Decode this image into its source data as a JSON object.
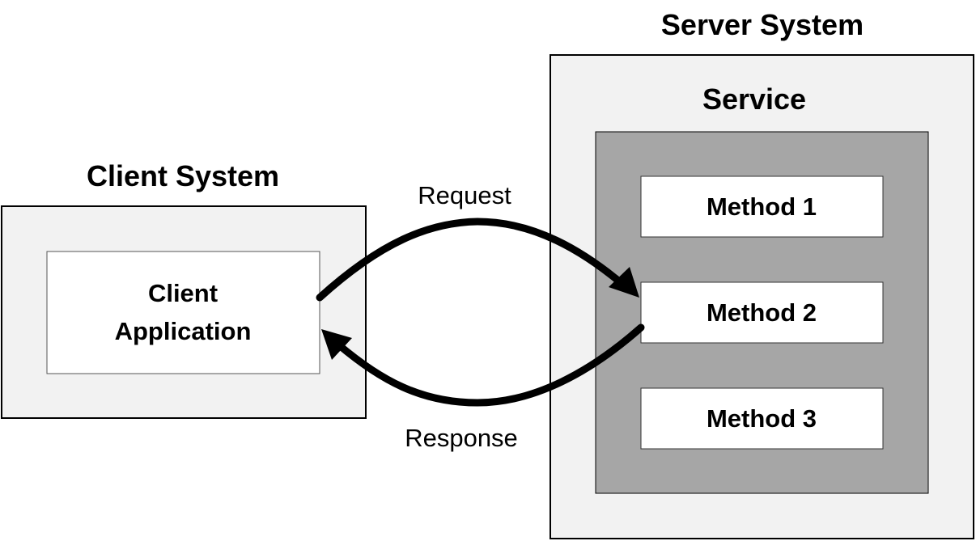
{
  "client": {
    "title": "Client System",
    "app_line1": "Client",
    "app_line2": "Application"
  },
  "server": {
    "title": "Server System",
    "service_title": "Service",
    "methods": [
      "Method 1",
      "Method 2",
      "Method 3"
    ]
  },
  "arrows": {
    "request": "Request",
    "response": "Response"
  },
  "colors": {
    "system_fill": "#f2f2f2",
    "service_fill": "#a6a6a6",
    "box_fill": "#ffffff",
    "stroke": "#000000"
  }
}
